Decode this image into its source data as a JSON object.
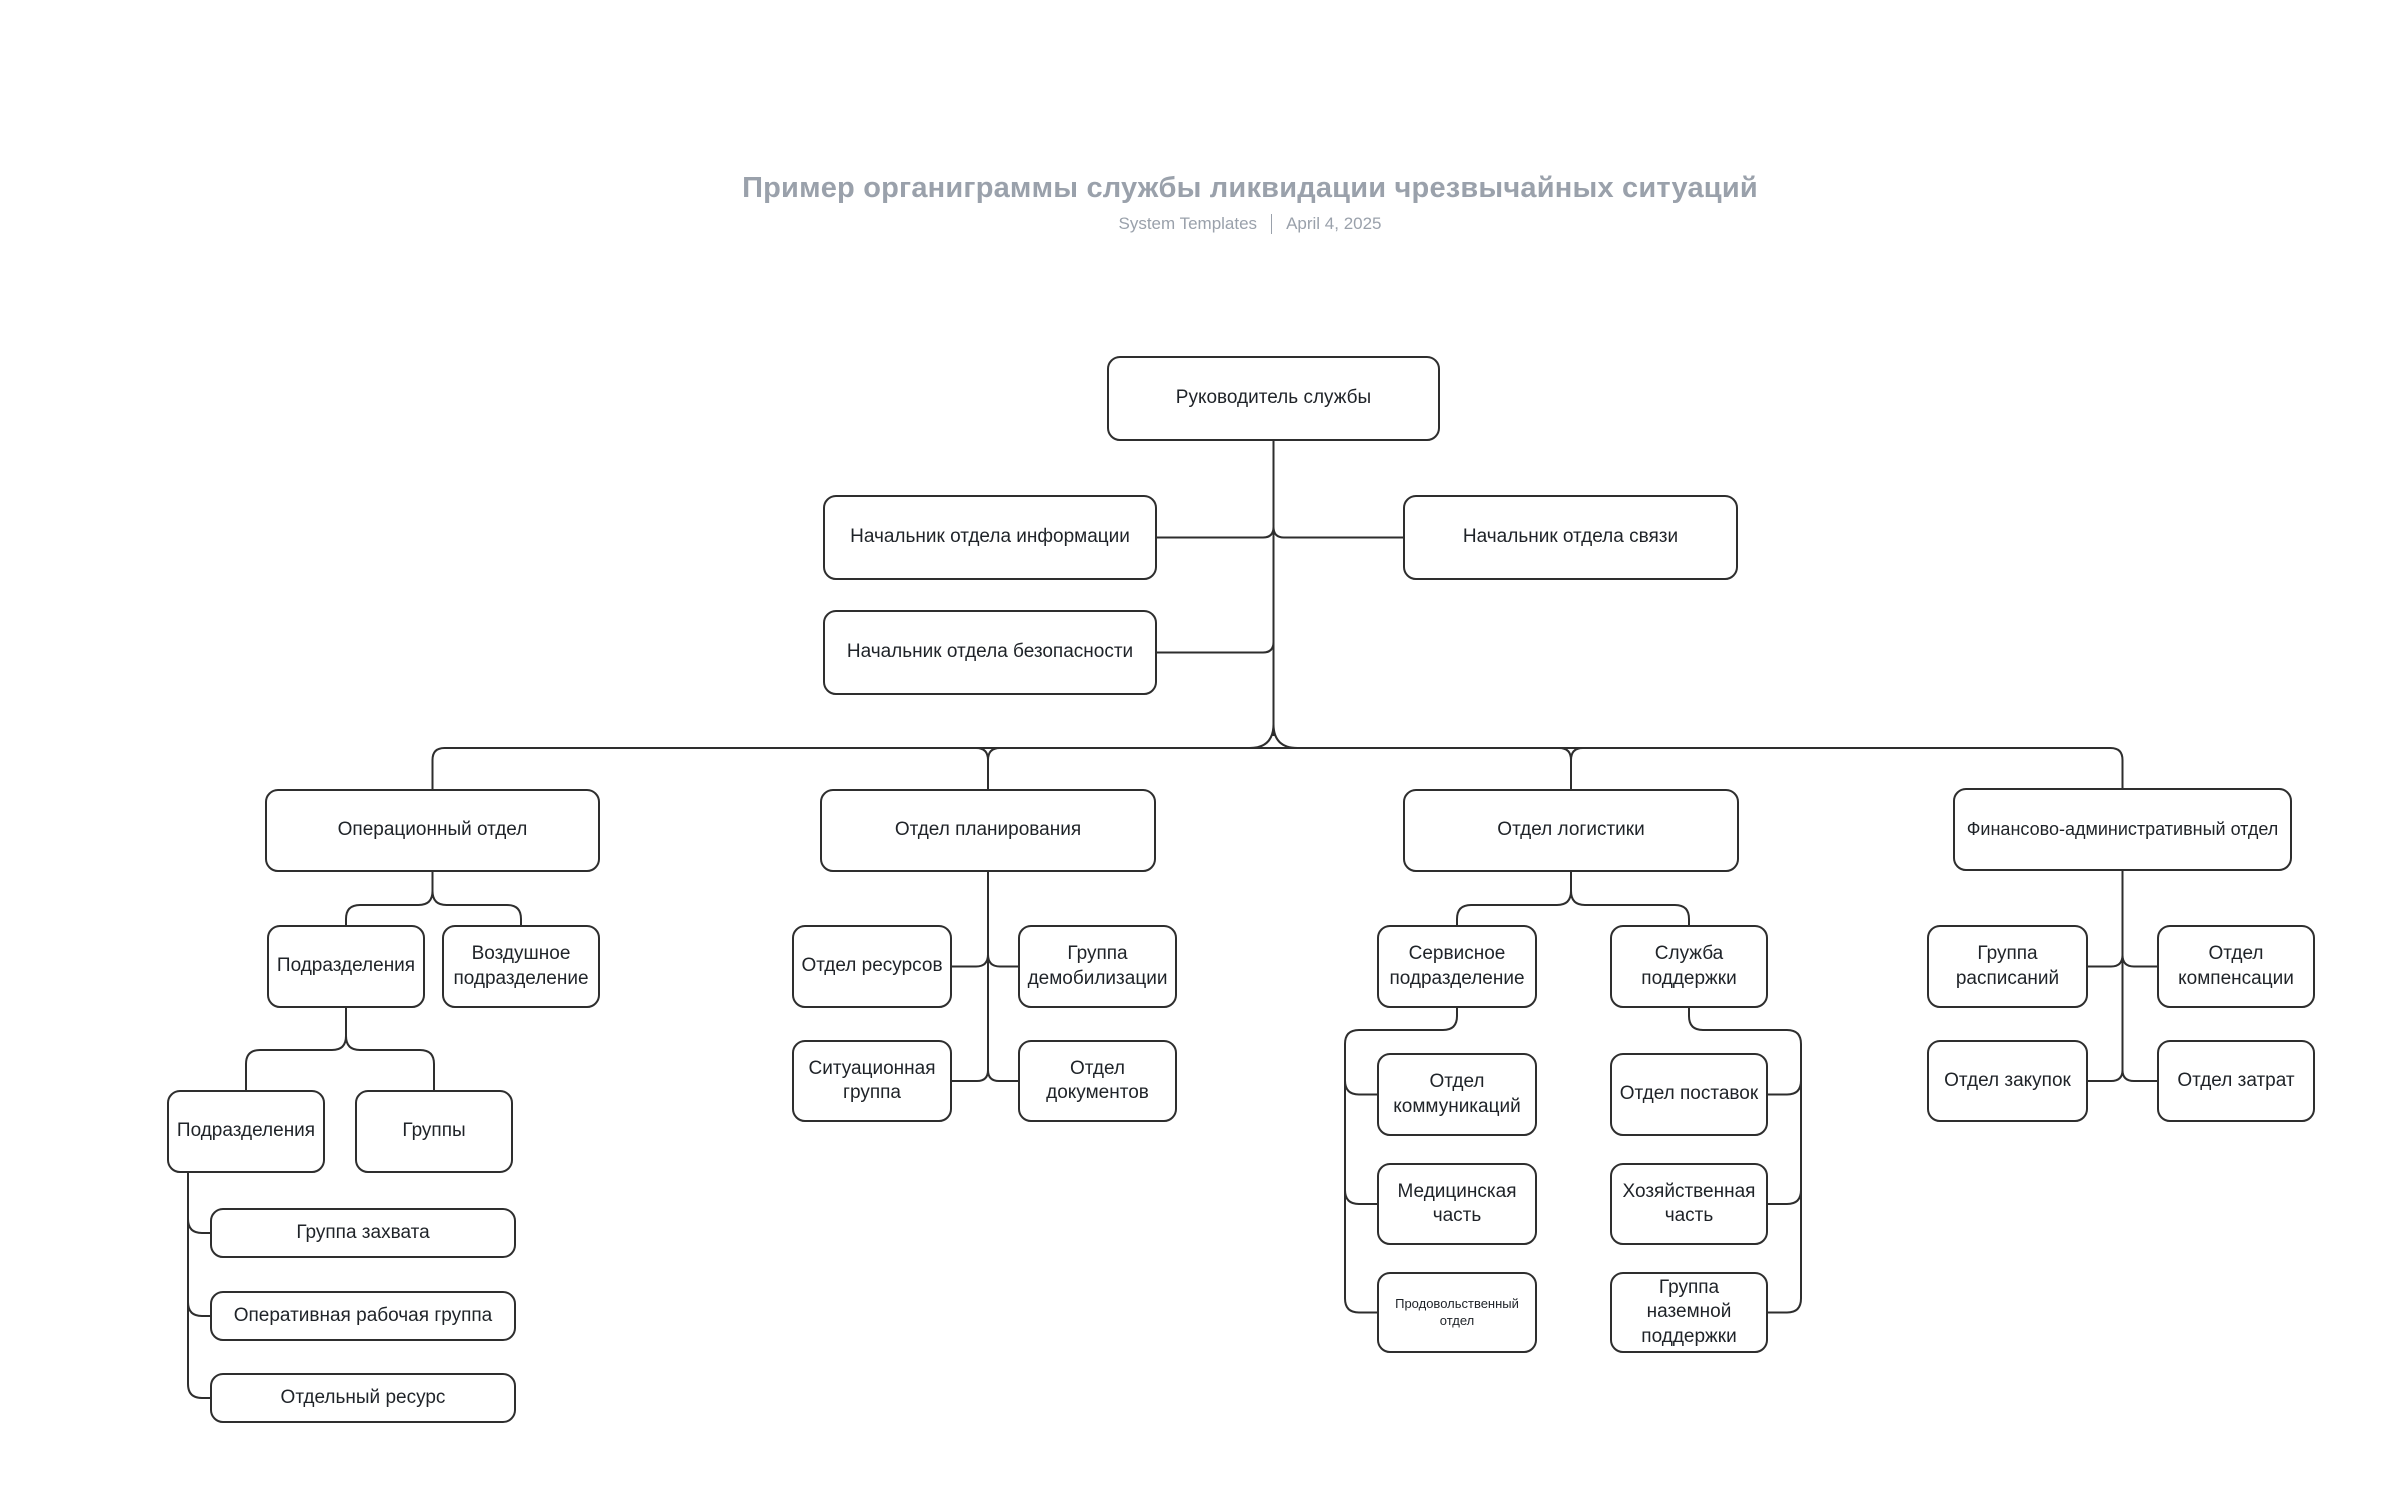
{
  "header": {
    "title": "Пример органиграммы службы ликвидации чрезвычайных ситуаций",
    "brand": "System Templates",
    "date": "April 4, 2025"
  },
  "colors": {
    "background": "#ffffff",
    "title_text": "#9aa1ab",
    "node_border": "#2e2e2e",
    "node_background": "#ffffff",
    "node_text": "#1f2328",
    "connector": "#2e2e2e"
  },
  "nodes": {
    "root": {
      "label": "Руководитель службы"
    },
    "info_chief": {
      "label": "Начальник отдела информации"
    },
    "comms_chief": {
      "label": "Начальник отдела связи"
    },
    "security_chief": {
      "label": "Начальник отдела безопасности"
    },
    "operations": {
      "label": "Операционный отдел"
    },
    "planning": {
      "label": "Отдел планирования"
    },
    "logistics": {
      "label": "Отдел логистики"
    },
    "finance": {
      "label": "Финансово-административный отдел"
    },
    "ops_units_1": {
      "label": "Подразделения"
    },
    "air_unit": {
      "label": "Воздушное подразделение"
    },
    "ops_units_2": {
      "label": "Подразделения"
    },
    "groups": {
      "label": "Группы"
    },
    "capture_group": {
      "label": "Группа захвата"
    },
    "task_force": {
      "label": "Оперативная рабочая группа"
    },
    "single_resource": {
      "label": "Отдельный ресурс"
    },
    "resources_dept": {
      "label": "Отдел ресурсов"
    },
    "demob_group": {
      "label": "Группа демобилизации"
    },
    "situation_group": {
      "label": "Ситуационная группа"
    },
    "documents_dept": {
      "label": "Отдел документов"
    },
    "service_unit": {
      "label": "Сервисное подразделение"
    },
    "support_service": {
      "label": "Служба поддержки"
    },
    "communications_dept": {
      "label": "Отдел коммуникаций"
    },
    "supply_dept": {
      "label": "Отдел поставок"
    },
    "medical_unit": {
      "label": "Медицинская часть"
    },
    "household_unit": {
      "label": "Хозяйственная часть"
    },
    "food_dept": {
      "label": "Продовольственный отдел"
    },
    "ground_support_group": {
      "label": "Группа наземной поддержки"
    },
    "schedules_group": {
      "label": "Группа расписаний"
    },
    "compensation_dept": {
      "label": "Отдел компенсации"
    },
    "procurement_dept": {
      "label": "Отдел закупок"
    },
    "costs_dept": {
      "label": "Отдел затрат"
    }
  }
}
